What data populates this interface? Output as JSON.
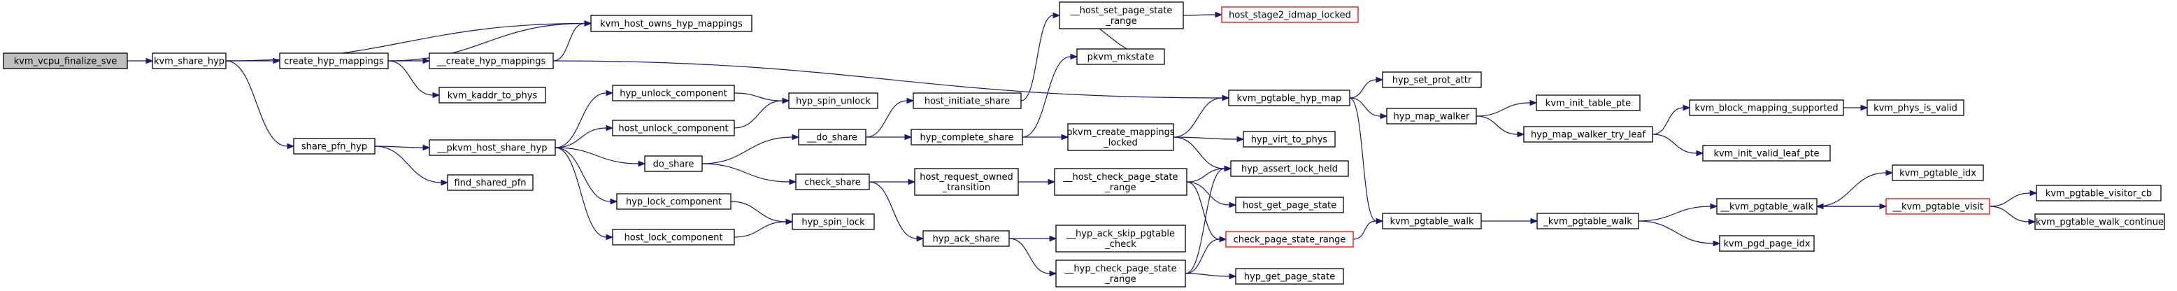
{
  "graph_title": "",
  "nodes": [
    {
      "id": "kvm_vcpu_finalize_sve",
      "lines": [
        "kvm_vcpu_finalize_sve"
      ],
      "style": "root"
    },
    {
      "id": "kvm_share_hyp",
      "lines": [
        "kvm_share_hyp"
      ],
      "style": "normal"
    },
    {
      "id": "create_hyp_mappings",
      "lines": [
        "create_hyp_mappings"
      ],
      "style": "normal"
    },
    {
      "id": "kvm_host_owns_hyp_mappings",
      "lines": [
        "kvm_host_owns_hyp_mappings"
      ],
      "style": "normal"
    },
    {
      "id": "__create_hyp_mappings",
      "lines": [
        "__create_hyp_mappings"
      ],
      "style": "normal"
    },
    {
      "id": "kvm_kaddr_to_phys",
      "lines": [
        "kvm_kaddr_to_phys"
      ],
      "style": "normal"
    },
    {
      "id": "share_pfn_hyp",
      "lines": [
        "share_pfn_hyp"
      ],
      "style": "normal"
    },
    {
      "id": "__pkvm_host_share_hyp",
      "lines": [
        "__pkvm_host_share_hyp"
      ],
      "style": "normal"
    },
    {
      "id": "find_shared_pfn",
      "lines": [
        "find_shared_pfn"
      ],
      "style": "normal"
    },
    {
      "id": "hyp_unlock_component",
      "lines": [
        "hyp_unlock_component"
      ],
      "style": "normal"
    },
    {
      "id": "host_unlock_component",
      "lines": [
        "host_unlock_component"
      ],
      "style": "normal"
    },
    {
      "id": "do_share",
      "lines": [
        "do_share"
      ],
      "style": "normal"
    },
    {
      "id": "hyp_lock_component",
      "lines": [
        "hyp_lock_component"
      ],
      "style": "normal"
    },
    {
      "id": "host_lock_component",
      "lines": [
        "host_lock_component"
      ],
      "style": "normal"
    },
    {
      "id": "hyp_spin_unlock",
      "lines": [
        "hyp_spin_unlock"
      ],
      "style": "normal"
    },
    {
      "id": "hyp_spin_lock",
      "lines": [
        "hyp_spin_lock"
      ],
      "style": "normal"
    },
    {
      "id": "__do_share",
      "lines": [
        "__do_share"
      ],
      "style": "normal"
    },
    {
      "id": "check_share",
      "lines": [
        "check_share"
      ],
      "style": "normal"
    },
    {
      "id": "host_initiate_share",
      "lines": [
        "host_initiate_share"
      ],
      "style": "normal"
    },
    {
      "id": "hyp_complete_share",
      "lines": [
        "hyp_complete_share"
      ],
      "style": "normal"
    },
    {
      "id": "host_request_owned_transition",
      "lines": [
        "host_request_owned",
        "_transition"
      ],
      "style": "normal"
    },
    {
      "id": "hyp_ack_share",
      "lines": [
        "hyp_ack_share"
      ],
      "style": "normal"
    },
    {
      "id": "__host_set_page_state_range",
      "lines": [
        "__host_set_page_state",
        "_range"
      ],
      "style": "normal"
    },
    {
      "id": "pkvm_mkstate",
      "lines": [
        "pkvm_mkstate"
      ],
      "style": "normal"
    },
    {
      "id": "pkvm_create_mappings_locked",
      "lines": [
        "pkvm_create_mappings",
        "_locked"
      ],
      "style": "normal"
    },
    {
      "id": "__host_check_page_state_range",
      "lines": [
        "__host_check_page_state",
        "_range"
      ],
      "style": "normal"
    },
    {
      "id": "__hyp_ack_skip_pgtable_check",
      "lines": [
        "__hyp_ack_skip_pgtable",
        "_check"
      ],
      "style": "normal"
    },
    {
      "id": "__hyp_check_page_state_range",
      "lines": [
        "__hyp_check_page_state",
        "_range"
      ],
      "style": "normal"
    },
    {
      "id": "host_stage2_idmap_locked",
      "lines": [
        "host_stage2_idmap_locked"
      ],
      "style": "red"
    },
    {
      "id": "kvm_pgtable_hyp_map",
      "lines": [
        "kvm_pgtable_hyp_map"
      ],
      "style": "normal"
    },
    {
      "id": "hyp_virt_to_phys",
      "lines": [
        "hyp_virt_to_phys"
      ],
      "style": "normal"
    },
    {
      "id": "hyp_assert_lock_held",
      "lines": [
        "hyp_assert_lock_held"
      ],
      "style": "normal"
    },
    {
      "id": "host_get_page_state",
      "lines": [
        "host_get_page_state"
      ],
      "style": "normal"
    },
    {
      "id": "check_page_state_range",
      "lines": [
        "check_page_state_range"
      ],
      "style": "red"
    },
    {
      "id": "hyp_get_page_state",
      "lines": [
        "hyp_get_page_state"
      ],
      "style": "normal"
    },
    {
      "id": "hyp_set_prot_attr",
      "lines": [
        "hyp_set_prot_attr"
      ],
      "style": "normal"
    },
    {
      "id": "hyp_map_walker",
      "lines": [
        "hyp_map_walker"
      ],
      "style": "normal"
    },
    {
      "id": "kvm_pgtable_walk",
      "lines": [
        "kvm_pgtable_walk"
      ],
      "style": "normal"
    },
    {
      "id": "kvm_init_table_pte",
      "lines": [
        "kvm_init_table_pte"
      ],
      "style": "normal"
    },
    {
      "id": "hyp_map_walker_try_leaf",
      "lines": [
        "hyp_map_walker_try_leaf"
      ],
      "style": "normal"
    },
    {
      "id": "_kvm_pgtable_walk",
      "lines": [
        "_kvm_pgtable_walk"
      ],
      "style": "normal"
    },
    {
      "id": "kvm_block_mapping_supported",
      "lines": [
        "kvm_block_mapping_supported"
      ],
      "style": "normal"
    },
    {
      "id": "kvm_init_valid_leaf_pte",
      "lines": [
        "kvm_init_valid_leaf_pte"
      ],
      "style": "normal"
    },
    {
      "id": "__kvm_pgtable_walk",
      "lines": [
        "__kvm_pgtable_walk"
      ],
      "style": "normal"
    },
    {
      "id": "kvm_pgd_page_idx",
      "lines": [
        "kvm_pgd_page_idx"
      ],
      "style": "normal"
    },
    {
      "id": "kvm_phys_is_valid",
      "lines": [
        "kvm_phys_is_valid"
      ],
      "style": "normal"
    },
    {
      "id": "kvm_pgtable_idx",
      "lines": [
        "kvm_pgtable_idx"
      ],
      "style": "normal"
    },
    {
      "id": "__kvm_pgtable_visit",
      "lines": [
        "__kvm_pgtable_visit"
      ],
      "style": "red"
    },
    {
      "id": "kvm_pgtable_visitor_cb",
      "lines": [
        "kvm_pgtable_visitor_cb"
      ],
      "style": "normal"
    },
    {
      "id": "kvm_pgtable_walk_continue",
      "lines": [
        "kvm_pgtable_walk_continue"
      ],
      "style": "normal"
    }
  ],
  "edges": [
    [
      "kvm_vcpu_finalize_sve",
      "kvm_share_hyp"
    ],
    [
      "kvm_share_hyp",
      "create_hyp_mappings"
    ],
    [
      "kvm_share_hyp",
      "kvm_host_owns_hyp_mappings"
    ],
    [
      "kvm_share_hyp",
      "share_pfn_hyp"
    ],
    [
      "create_hyp_mappings",
      "kvm_host_owns_hyp_mappings"
    ],
    [
      "create_hyp_mappings",
      "__create_hyp_mappings"
    ],
    [
      "create_hyp_mappings",
      "kvm_kaddr_to_phys"
    ],
    [
      "__create_hyp_mappings",
      "kvm_host_owns_hyp_mappings"
    ],
    [
      "__create_hyp_mappings",
      "kvm_pgtable_hyp_map"
    ],
    [
      "share_pfn_hyp",
      "__pkvm_host_share_hyp"
    ],
    [
      "share_pfn_hyp",
      "find_shared_pfn"
    ],
    [
      "__pkvm_host_share_hyp",
      "hyp_unlock_component"
    ],
    [
      "__pkvm_host_share_hyp",
      "host_unlock_component"
    ],
    [
      "__pkvm_host_share_hyp",
      "do_share"
    ],
    [
      "__pkvm_host_share_hyp",
      "hyp_lock_component"
    ],
    [
      "__pkvm_host_share_hyp",
      "host_lock_component"
    ],
    [
      "hyp_unlock_component",
      "hyp_spin_unlock"
    ],
    [
      "host_unlock_component",
      "hyp_spin_unlock"
    ],
    [
      "hyp_lock_component",
      "hyp_spin_lock"
    ],
    [
      "host_lock_component",
      "hyp_spin_lock"
    ],
    [
      "do_share",
      "__do_share"
    ],
    [
      "do_share",
      "check_share"
    ],
    [
      "__do_share",
      "host_initiate_share"
    ],
    [
      "__do_share",
      "hyp_complete_share"
    ],
    [
      "check_share",
      "host_request_owned_transition"
    ],
    [
      "check_share",
      "hyp_ack_share"
    ],
    [
      "host_initiate_share",
      "__host_set_page_state_range"
    ],
    [
      "hyp_complete_share",
      "pkvm_mkstate"
    ],
    [
      "hyp_complete_share",
      "pkvm_create_mappings_locked"
    ],
    [
      "host_request_owned_transition",
      "__host_check_page_state_range"
    ],
    [
      "hyp_ack_share",
      "__hyp_ack_skip_pgtable_check"
    ],
    [
      "hyp_ack_share",
      "__hyp_check_page_state_range"
    ],
    [
      "__host_set_page_state_range",
      "host_stage2_idmap_locked"
    ],
    [
      "__host_set_page_state_range",
      "pkvm_mkstate"
    ],
    [
      "pkvm_create_mappings_locked",
      "kvm_pgtable_hyp_map"
    ],
    [
      "pkvm_create_mappings_locked",
      "hyp_virt_to_phys"
    ],
    [
      "pkvm_create_mappings_locked",
      "hyp_assert_lock_held"
    ],
    [
      "__host_check_page_state_range",
      "hyp_assert_lock_held"
    ],
    [
      "__host_check_page_state_range",
      "host_get_page_state"
    ],
    [
      "__host_check_page_state_range",
      "check_page_state_range"
    ],
    [
      "__hyp_check_page_state_range",
      "hyp_assert_lock_held"
    ],
    [
      "__hyp_check_page_state_range",
      "check_page_state_range"
    ],
    [
      "__hyp_check_page_state_range",
      "hyp_get_page_state"
    ],
    [
      "kvm_pgtable_hyp_map",
      "hyp_set_prot_attr"
    ],
    [
      "kvm_pgtable_hyp_map",
      "hyp_map_walker"
    ],
    [
      "kvm_pgtable_hyp_map",
      "kvm_pgtable_walk"
    ],
    [
      "check_page_state_range",
      "kvm_pgtable_walk"
    ],
    [
      "hyp_map_walker",
      "kvm_init_table_pte"
    ],
    [
      "hyp_map_walker",
      "hyp_map_walker_try_leaf"
    ],
    [
      "hyp_map_walker_try_leaf",
      "kvm_block_mapping_supported"
    ],
    [
      "hyp_map_walker_try_leaf",
      "kvm_init_valid_leaf_pte"
    ],
    [
      "kvm_block_mapping_supported",
      "kvm_phys_is_valid"
    ],
    [
      "kvm_pgtable_walk",
      "_kvm_pgtable_walk"
    ],
    [
      "_kvm_pgtable_walk",
      "__kvm_pgtable_walk"
    ],
    [
      "_kvm_pgtable_walk",
      "kvm_pgd_page_idx"
    ],
    [
      "__kvm_pgtable_walk",
      "kvm_pgtable_idx"
    ],
    [
      "__kvm_pgtable_walk",
      "__kvm_pgtable_visit"
    ],
    [
      "__kvm_pgtable_visit",
      "__kvm_pgtable_walk"
    ],
    [
      "__kvm_pgtable_visit",
      "kvm_pgtable_visitor_cb"
    ],
    [
      "__kvm_pgtable_visit",
      "kvm_pgtable_walk_continue"
    ]
  ],
  "colors": {
    "edge": "#191970",
    "red_border": "#ff0000",
    "root_fill": "#bfbfbf"
  }
}
